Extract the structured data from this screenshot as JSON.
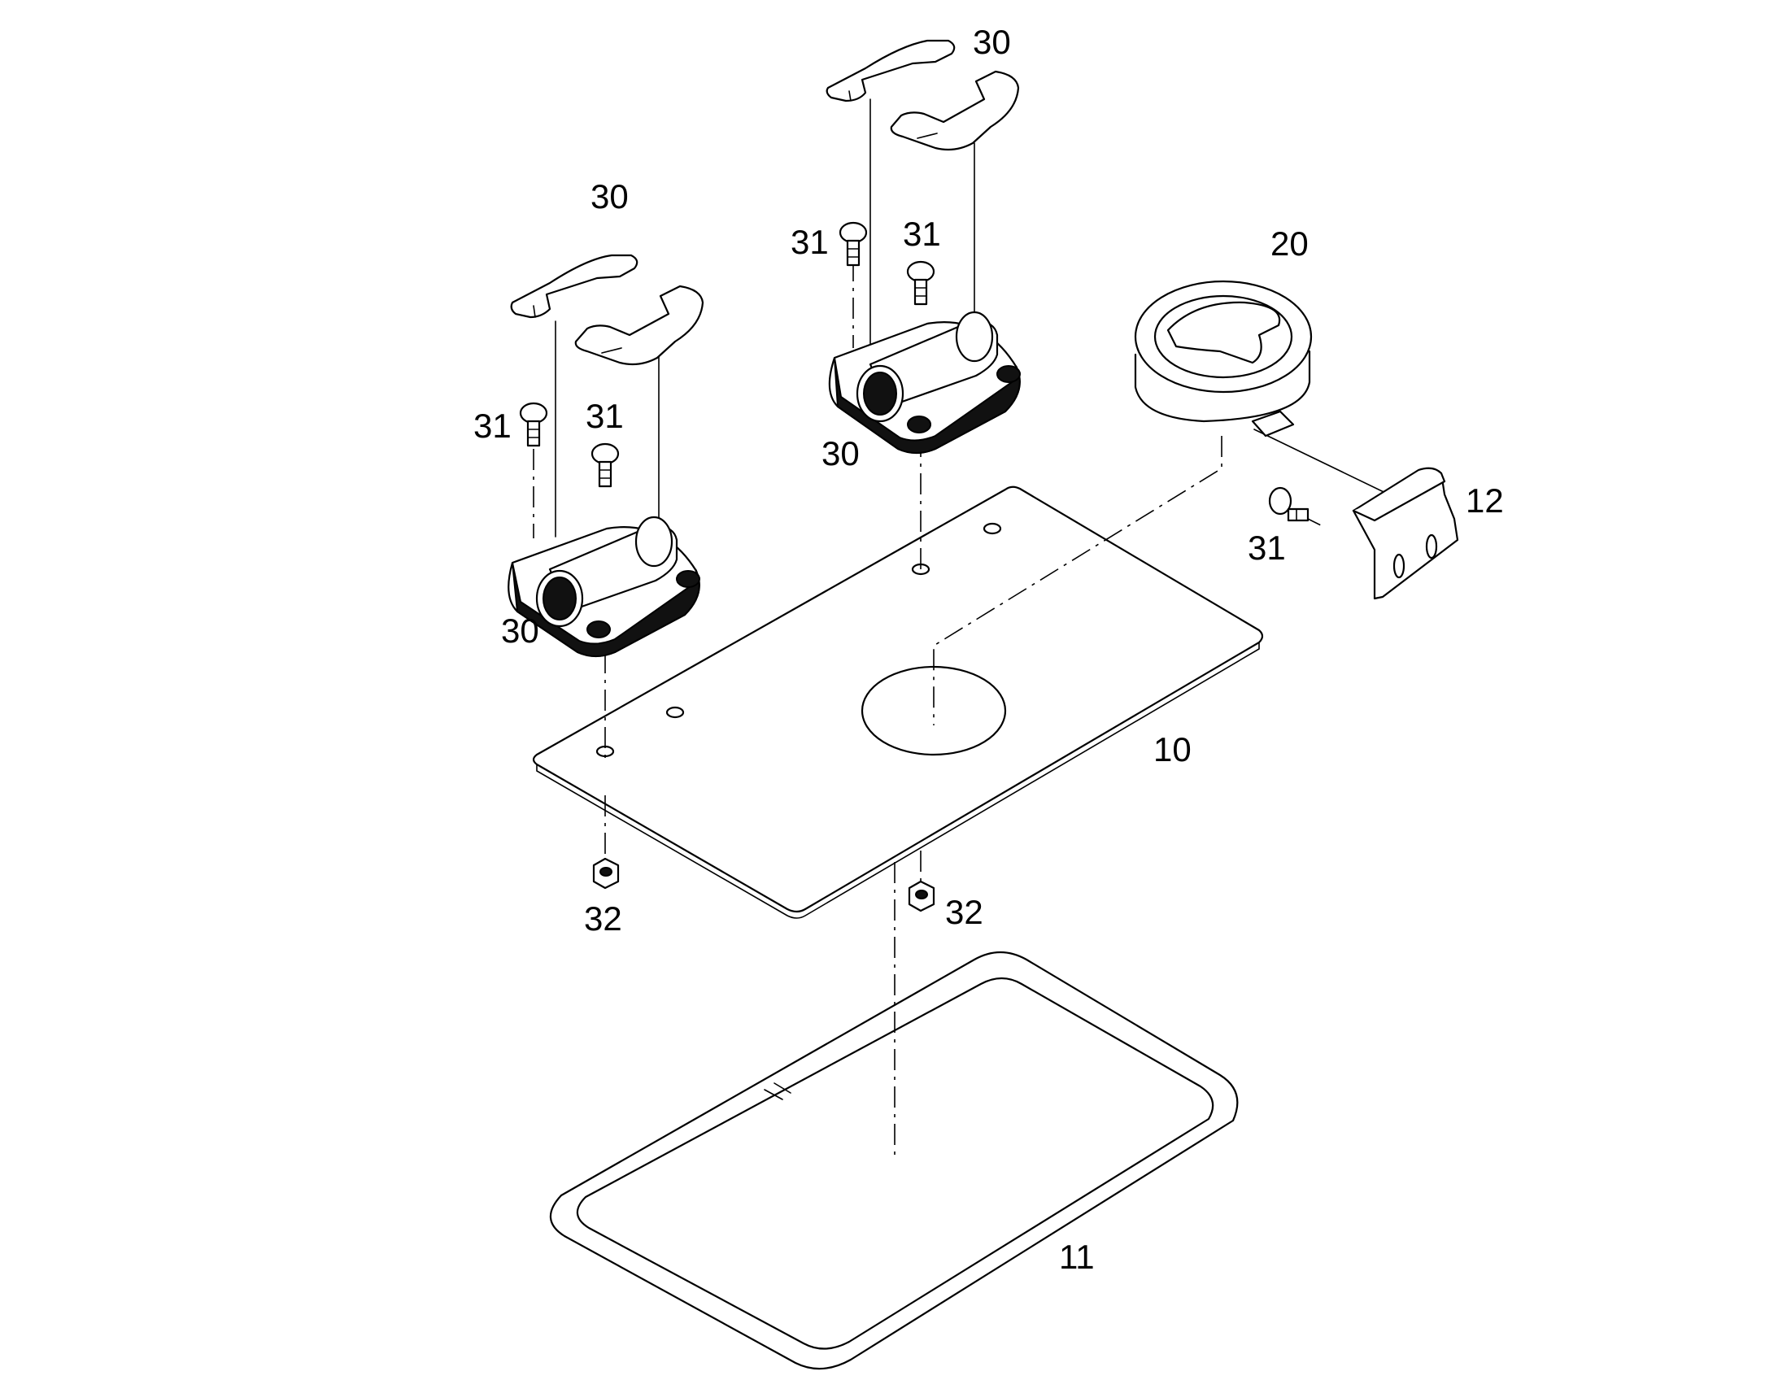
{
  "callouts": {
    "c10": "10",
    "c11": "11",
    "c12": "12",
    "c20": "20",
    "c30_top": "30",
    "c30_left_top": "30",
    "c30_right_mid": "30",
    "c30_left_bottom": "30",
    "c31_a": "31",
    "c31_b": "31",
    "c31_c": "31",
    "c31_d": "31",
    "c31_e": "31",
    "c32_left": "32",
    "c32_right": "32"
  }
}
